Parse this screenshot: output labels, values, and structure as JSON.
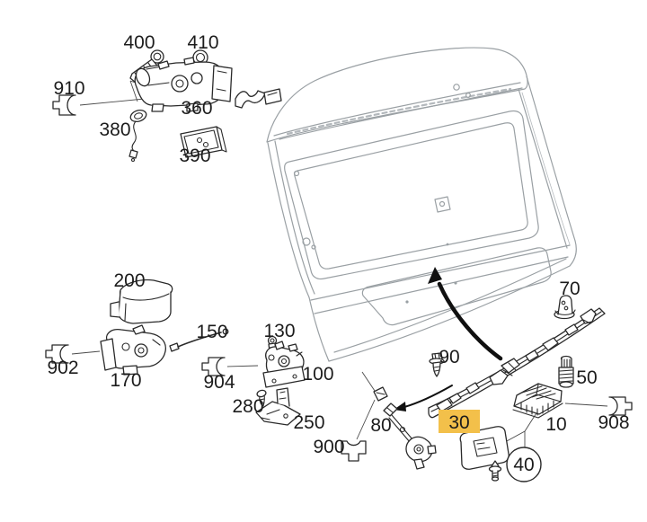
{
  "diagram": {
    "subject": "Tailgate exploded parts diagram",
    "background_color": "#ffffff",
    "part_line_color": "#2a2a2a",
    "body_line_color": "#9aa0a4",
    "highlight": {
      "bg": "#f3c04a",
      "text": "#e08900"
    },
    "parts": [
      {
        "label": "400",
        "name": "screw-upper-left"
      },
      {
        "label": "410",
        "name": "bolt-upper"
      },
      {
        "label": "910",
        "name": "connector-symbol-910"
      },
      {
        "label": "360",
        "name": "lock-actuator-assembly"
      },
      {
        "label": "380",
        "name": "sensor-with-cable"
      },
      {
        "label": "390",
        "name": "control-module"
      },
      {
        "label": "200",
        "name": "component-box"
      },
      {
        "label": "170",
        "name": "latch-left"
      },
      {
        "label": "902",
        "name": "connector-symbol-902"
      },
      {
        "label": "150",
        "name": "bowden-cable"
      },
      {
        "label": "130",
        "name": "screw-130"
      },
      {
        "label": "904",
        "name": "connector-symbol-904"
      },
      {
        "label": "100",
        "name": "tailgate-lock"
      },
      {
        "label": "280",
        "name": "screw-280"
      },
      {
        "label": "250",
        "name": "striker-bracket"
      },
      {
        "label": "900",
        "name": "connector-symbol-900"
      },
      {
        "label": "80",
        "name": "lock-cylinder-with-rod"
      },
      {
        "label": "90",
        "name": "expansion-rivet-90"
      },
      {
        "label": "30",
        "name": "trim-strip",
        "highlighted": true
      },
      {
        "label": "70",
        "name": "clip-70"
      },
      {
        "label": "50",
        "name": "screw-50"
      },
      {
        "label": "10",
        "name": "handle-switch-unit"
      },
      {
        "label": "908",
        "name": "connector-symbol-908"
      },
      {
        "label": "40",
        "name": "gasket-and-grommet",
        "circled": true
      }
    ]
  }
}
